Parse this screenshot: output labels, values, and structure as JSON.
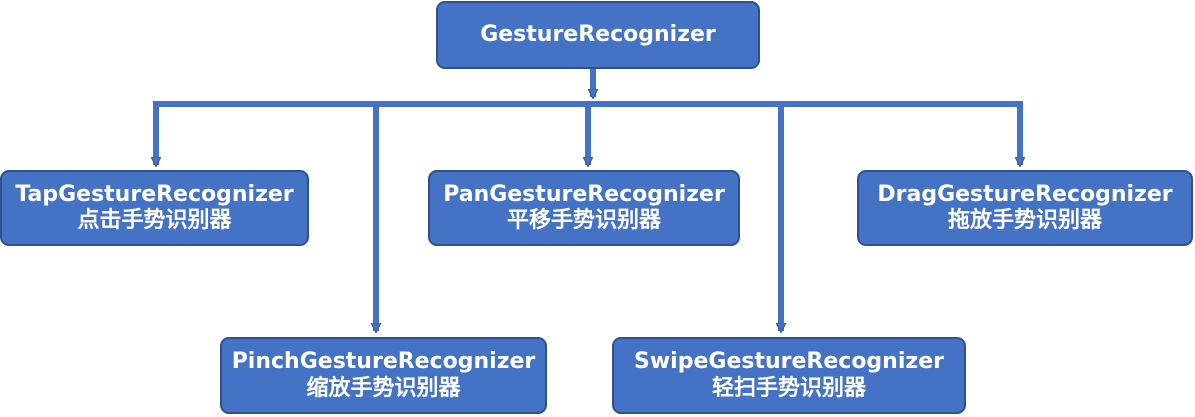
{
  "diagram": {
    "colors": {
      "node_fill": "#4472c4",
      "node_border": "#2f528f",
      "connector": "#4472c4",
      "text": "#ffffff"
    },
    "root": {
      "title": "GestureRecognizer"
    },
    "children": [
      {
        "title": "TapGestureRecognizer",
        "subtitle": "点击手势识别器"
      },
      {
        "title": "PanGestureRecognizer",
        "subtitle": "平移手势识别器"
      },
      {
        "title": "DragGestureRecognizer",
        "subtitle": "拖放手势识别器"
      },
      {
        "title": "PinchGestureRecognizer",
        "subtitle": "缩放手势识别器"
      },
      {
        "title": "SwipeGestureRecognizer",
        "subtitle": "轻扫手势识别器"
      }
    ]
  }
}
